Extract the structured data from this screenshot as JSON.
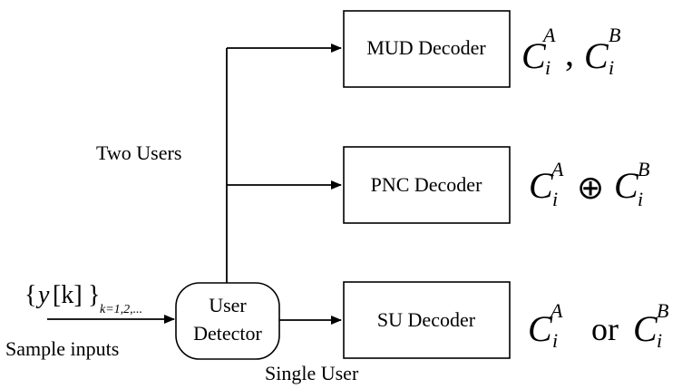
{
  "nodes": {
    "user_detector": {
      "line1": "User",
      "line2": "Detector"
    },
    "mud_decoder": {
      "label": "MUD Decoder"
    },
    "pnc_decoder": {
      "label": "PNC Decoder"
    },
    "su_decoder": {
      "label": "SU Decoder"
    }
  },
  "edge_labels": {
    "two_users": "Two Users",
    "single_user": "Single User",
    "sample_inputs": "Sample inputs"
  },
  "input_expr": {
    "open": "{",
    "var": "y",
    "index": "[k]",
    "close": "}",
    "subscript": "k=1,2,..."
  },
  "outputs": {
    "mud": {
      "symbol": "C",
      "sup_a": "A",
      "sup_b": "B",
      "sub": "i",
      "separator": ","
    },
    "pnc": {
      "symbol": "C",
      "sup_a": "A",
      "sup_b": "B",
      "sub": "i",
      "operator": "⊕"
    },
    "su": {
      "symbol": "C",
      "sup_a": "A",
      "sup_b": "B",
      "sub": "i",
      "connector": "or"
    }
  }
}
